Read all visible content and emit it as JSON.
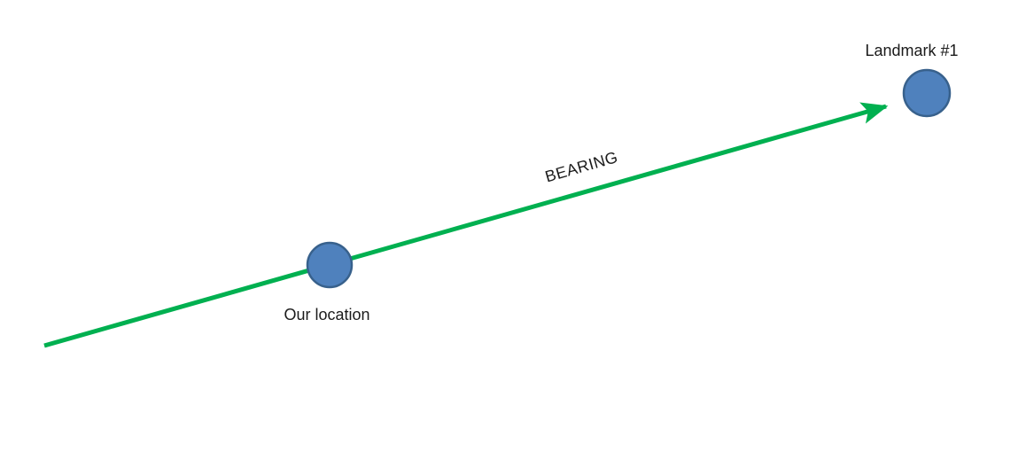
{
  "diagram": {
    "labels": {
      "landmark": "Landmark #1",
      "our_location": "Our location",
      "bearing": "BEARING"
    },
    "colors": {
      "arrow": "#00B050",
      "marker_fill": "#4F81BD",
      "marker_stroke": "#38618C",
      "text": "#1b1b1b",
      "background": "#ffffff"
    }
  }
}
